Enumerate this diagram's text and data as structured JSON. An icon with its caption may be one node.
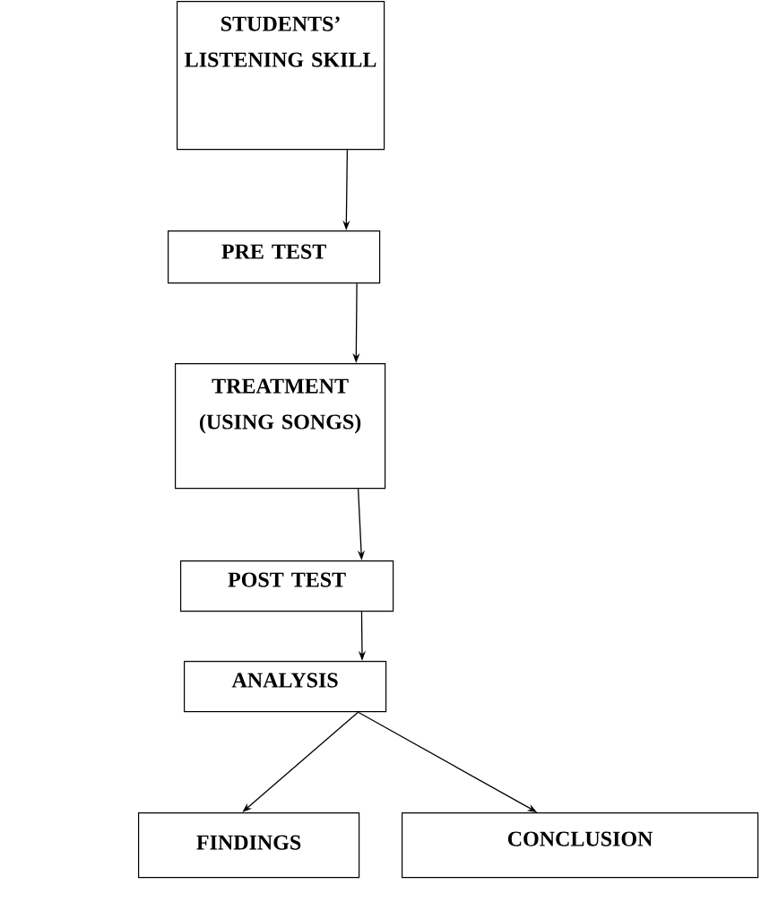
{
  "diagram": {
    "nodes": [
      {
        "text": [
          "STUDENTS’ LISTENING SKILL"
        ]
      },
      {
        "text": [
          "PRE TEST"
        ]
      },
      {
        "text": [
          "TREATMENT (USING SONGS)"
        ]
      },
      {
        "text": [
          "POST TEST"
        ]
      },
      {
        "text": [
          "ANALYSIS"
        ]
      },
      {
        "text": [
          "FINDINGS"
        ]
      },
      {
        "text": [
          "CONCLUSION"
        ]
      }
    ],
    "edges": [
      {
        "from": 0,
        "to": 1,
        "arrow": "to"
      },
      {
        "from": 1,
        "to": 2,
        "arrow": "to"
      },
      {
        "from": 2,
        "to": 3,
        "arrow": "to"
      },
      {
        "from": 3,
        "to": 4,
        "arrow": "to"
      },
      {
        "from": 4,
        "to": 5,
        "arrow": "to"
      },
      {
        "from": 4,
        "to": 6,
        "arrow": "to"
      }
    ]
  }
}
